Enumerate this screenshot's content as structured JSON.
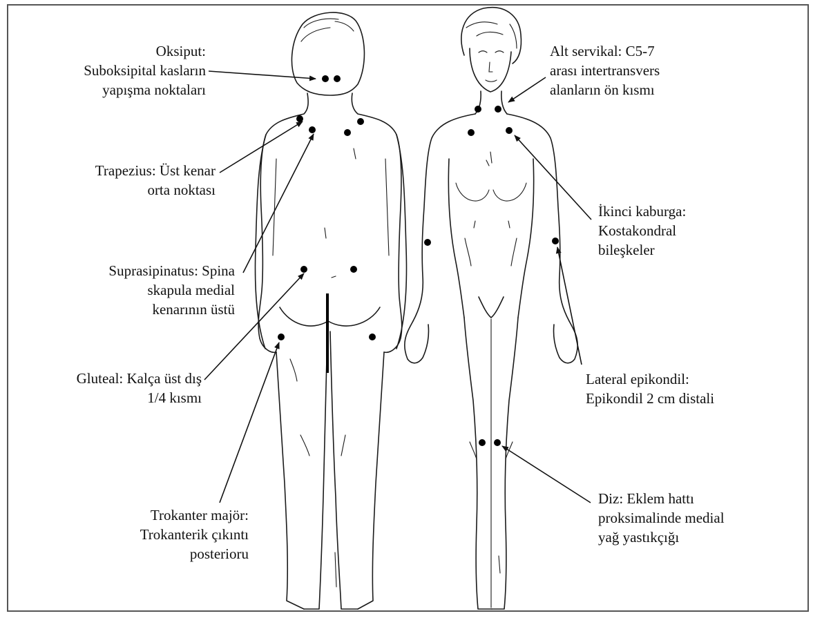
{
  "labels": {
    "oksiput": "Oksiput:\nSuboksipital kasların\nyapışma noktaları",
    "trapezius": "Trapezius: Üst kenar\norta noktası",
    "suprasipinatus": "Suprasipinatus: Spina\nskapula medial\nkenarının üstü",
    "gluteal": "Gluteal: Kalça üst dış\n1/4 kısmı",
    "trokanter": "Trokanter majör:\nTrokanterik çıkıntı\nposterioru",
    "alt_servikal": "Alt servikal: C5-7\narası intertransvers\nalanların ön kısmı",
    "ikinci_kaburga": "İkinci kaburga:\nKostakondral\nbileşkeler",
    "lateral_epikondil": "Lateral epikondil:\nEpikondil 2 cm distali",
    "diz": "Diz: Eklem hattı\nproksimalinde medial\nyağ yastıkçığı"
  }
}
